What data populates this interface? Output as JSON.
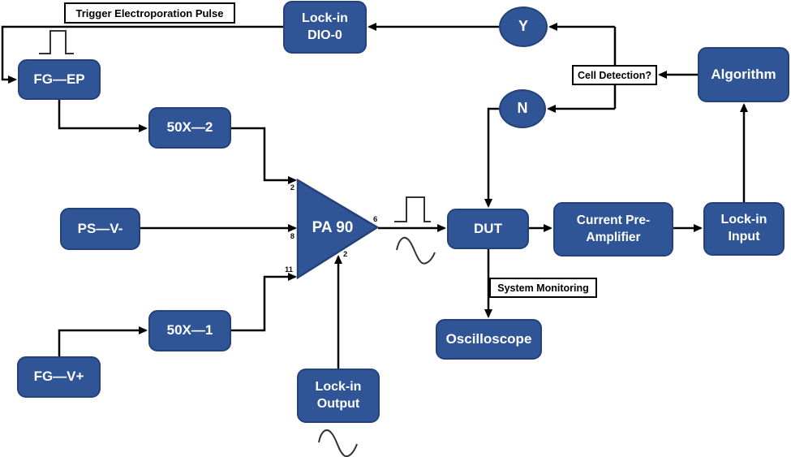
{
  "colors": {
    "node_fill": "#2F5597",
    "node_border": "#24417B",
    "connector": "#000000",
    "label_bg": "#FFFFFF",
    "label_border": "#000000"
  },
  "nodes": {
    "lockin_dio0": {
      "label": "Lock-in\nDIO-0"
    },
    "fg_ep": {
      "label": "FG—EP"
    },
    "x50_2": {
      "label": "50X—2"
    },
    "ps_v_minus": {
      "label": "PS—V-"
    },
    "x50_1": {
      "label": "50X—1"
    },
    "fg_v_plus": {
      "label": "FG—V+"
    },
    "lockin_output": {
      "label": "Lock-in\nOutput"
    },
    "pa90": {
      "label": "PA 90",
      "pins": {
        "top_input": "2",
        "mid_input": "8",
        "bottom_input": "11",
        "output": "6",
        "lockin_input": "2"
      }
    },
    "dut": {
      "label": "DUT"
    },
    "current_preamp": {
      "label": "Current Pre-\nAmplifier"
    },
    "lockin_input": {
      "label": "Lock-in\nInput"
    },
    "algorithm": {
      "label": "Algorithm"
    },
    "oscilloscope": {
      "label": "Oscilloscope"
    },
    "decision_yes": {
      "label": "Y"
    },
    "decision_no": {
      "label": "N"
    }
  },
  "annotations": {
    "trigger": "Trigger Electroporation Pulse",
    "cell_detection": "Cell Detection?",
    "system_monitoring": "System Monitoring"
  }
}
